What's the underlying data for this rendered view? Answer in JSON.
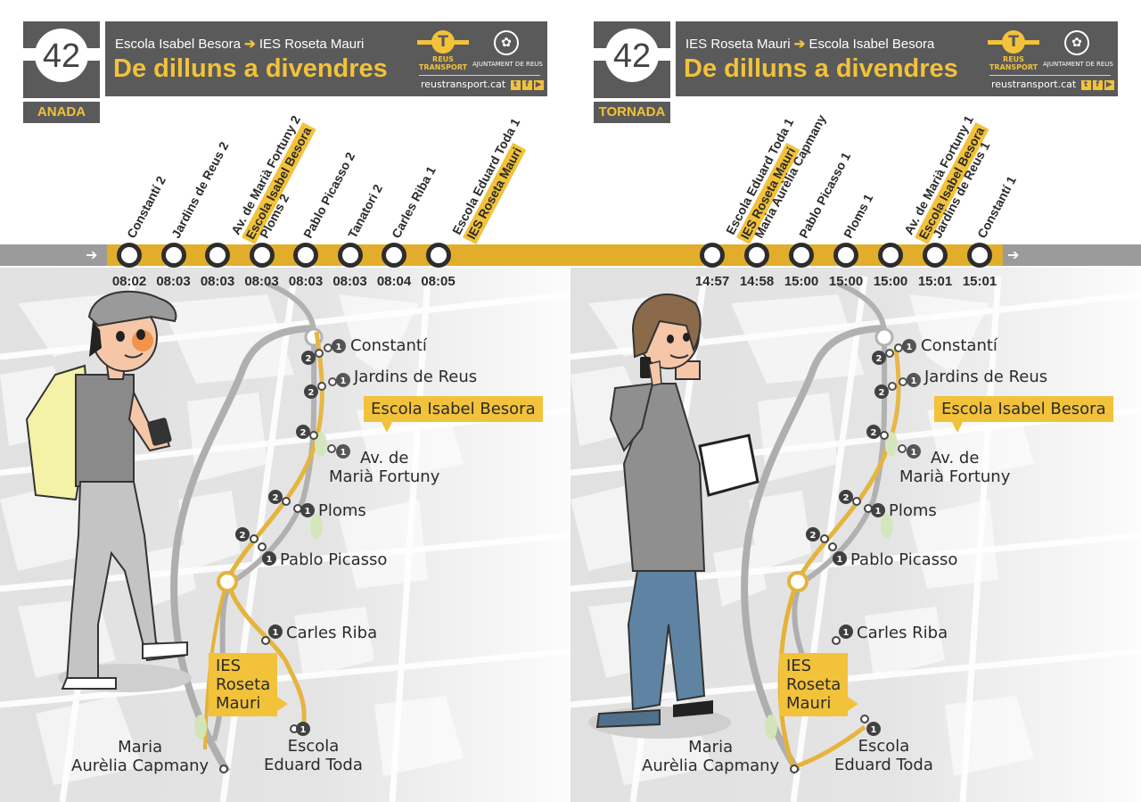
{
  "colors": {
    "dark": "#5a5a5a",
    "accent": "#f2c23a",
    "route": "#e2ad2b",
    "track_gray": "#9b9b9b"
  },
  "panels": [
    {
      "line": "42",
      "direction": "ANADA",
      "from": "Escola Isabel Besora",
      "to": "IES Roseta Mauri",
      "days": "De dilluns a divendres",
      "logo_text": "REUS TRANSPORT",
      "council": "AJUNTAMENT DE REUS",
      "website": "reustransport.cat",
      "stops": [
        {
          "name": "Constantí 2",
          "time": "08:02"
        },
        {
          "name": "Jardins de Reus 2",
          "time": "08:03"
        },
        {
          "name": "Av. de Marià Fortuny 2",
          "highlight": "Escola Isabel Besora",
          "time": "08:03"
        },
        {
          "name": "Ploms 2",
          "time": "08:03"
        },
        {
          "name": "Pablo Picasso 2",
          "time": "08:03"
        },
        {
          "name": "Tanatori 2",
          "time": "08:03"
        },
        {
          "name": "Carles Riba 1",
          "time": "08:04"
        },
        {
          "name": "Escola Eduard Toda 1",
          "highlight": "IES Roseta Mauri",
          "time": "08:05"
        }
      ]
    },
    {
      "line": "42",
      "direction": "TORNADA",
      "from": "IES Roseta Mauri",
      "to": "Escola Isabel Besora",
      "days": "De dilluns a divendres",
      "logo_text": "REUS TRANSPORT",
      "council": "AJUNTAMENT DE REUS",
      "website": "reustransport.cat",
      "stops": [
        {
          "name": "Escola Eduard Toda 1",
          "highlight": "IES Roseta Mauri",
          "time": "14:57"
        },
        {
          "name": "Maria Aurèlia Capmany",
          "time": "14:58"
        },
        {
          "name": "Pablo Picasso 1",
          "time": "15:00"
        },
        {
          "name": "Ploms 1",
          "time": "15:00"
        },
        {
          "name": "Av. de Marià Fortuny 1",
          "highlight": "Escola Isabel Besora",
          "time": "15:00"
        },
        {
          "name": "Jardins de Reus 1",
          "time": "15:01"
        },
        {
          "name": "Constantí 1",
          "time": "15:01"
        }
      ]
    }
  ],
  "map_labels": {
    "constanti": "Constantí",
    "jardins": "Jardins de Reus",
    "av_maria_fortuny": "Av. de\nMarià Fortuny",
    "ploms": "Ploms",
    "pablo_picasso": "Pablo Picasso",
    "carles_riba": "Carles Riba",
    "escola_eduard_toda": "Escola\nEduard Toda",
    "maria_aurelia": "Maria\nAurèlia Capmany",
    "callout_isabel": "Escola Isabel Besora",
    "callout_roseta": "IES\nRoseta\nMauri"
  }
}
